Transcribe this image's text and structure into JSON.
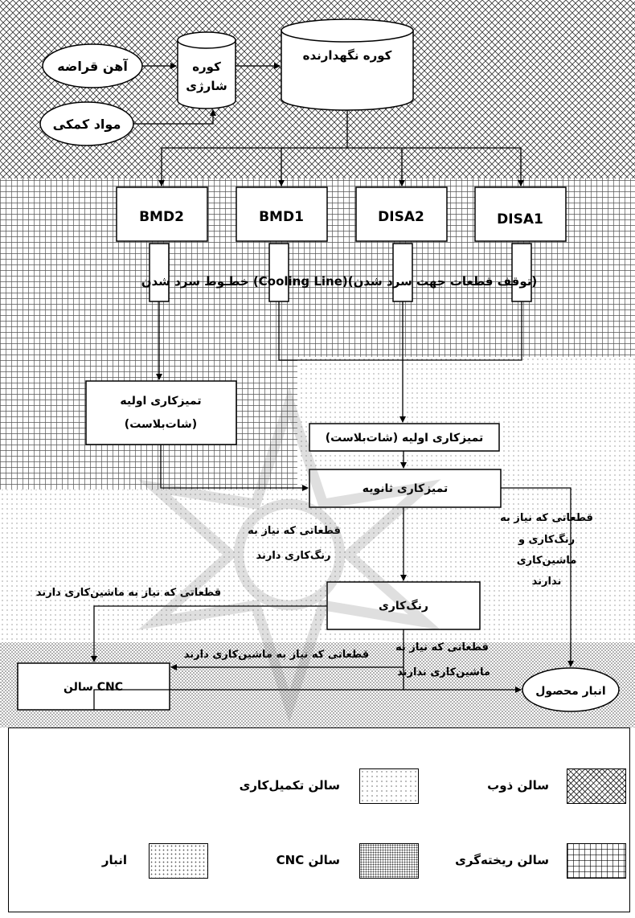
{
  "nodes": {
    "scrap_iron": "آهن قراضه",
    "additives": "مواد کمکی",
    "charge_furnace": [
      "کوره",
      "شارژی"
    ],
    "holding_furnace": "کوره نگهدارنده",
    "bmd2": "BMD2",
    "bmd1": "BMD1",
    "disa2": "DISA2",
    "disa1": "DISA1",
    "cooling_line": "خطـوط سرد شدن (Cooling Line)(توقف قطعات جهت سرد شدن)",
    "initial_cleaning_left": [
      "تمیزکاری اولیه",
      "(شات‌بلاست)"
    ],
    "initial_cleaning_right": "تمیزکاری اولیه (شات‌بلاست)",
    "secondary_cleaning": "تمیزکاری ثانویه",
    "painting": "رنگ‌کاری",
    "cnc_hall": "سالن CNC",
    "warehouse": "انبار محصول"
  },
  "annotations": {
    "need_paint": [
      "قطعاتی که نیاز به",
      "رنگ‌کاری دارند"
    ],
    "no_paint_no_machining": [
      "قطعاتی که نیاز به",
      "رنگ‌کاری و",
      "ماشین‌کاری",
      "ندارند"
    ],
    "need_machining_top": "قطعاتی که نیاز به ماشین‌کاری دارند",
    "need_machining_mid": "قطعاتی که نیاز به ماشین‌کاری دارند",
    "no_machining": [
      "قطعاتی که نیاز به",
      "ماشین‌کاری ندارند"
    ]
  },
  "legend": {
    "melting_hall": "سالن ذوب",
    "finishing_hall": "سالن تکمیل‌کاری",
    "casting_hall": "سالن ریخته‌گری",
    "cnc_hall": "سالن CNC",
    "storage": "انبار"
  }
}
